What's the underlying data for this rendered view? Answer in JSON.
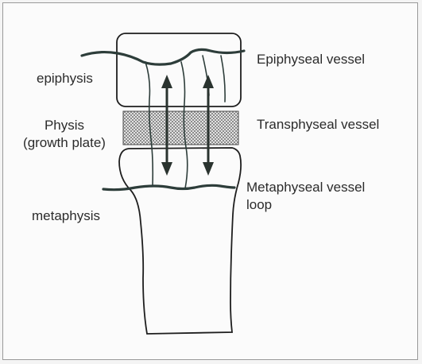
{
  "labels": {
    "epiphysis": "epiphysis",
    "physis_line1": "Physis",
    "physis_line2": "(growth plate)",
    "metaphysis": "metaphysis",
    "epiphyseal_vessel": "Epiphyseal vessel",
    "transphyseal_vessel": "Transphyseal vessel",
    "metaphyseal_line1": "Metaphyseal vessel",
    "metaphyseal_line2": "loop"
  },
  "colors": {
    "outline": "#1e1e1e",
    "vessel": "#2d3d3a",
    "arrow": "#2a332f",
    "physis_fill": "#c9c9c9",
    "text": "#2b2b2b"
  },
  "arrows": {
    "direction": "bidirectional",
    "count": 2
  }
}
